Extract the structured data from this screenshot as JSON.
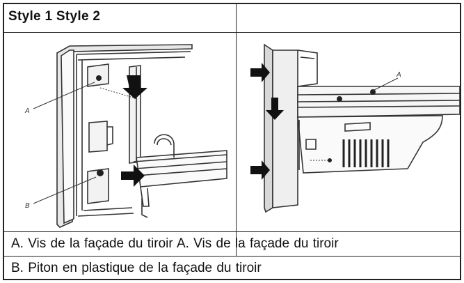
{
  "header": {
    "style_label": "Style 1 Style 2"
  },
  "figure_left": {
    "callout_a": "A",
    "callout_b": "B"
  },
  "figure_right": {
    "callout_a": "A"
  },
  "rows": {
    "row_a": "A. Vis de la façade du tiroir A. Vis de la façade du tiroir",
    "row_b": "B. Piton en plastique de la façade du tiroir"
  }
}
